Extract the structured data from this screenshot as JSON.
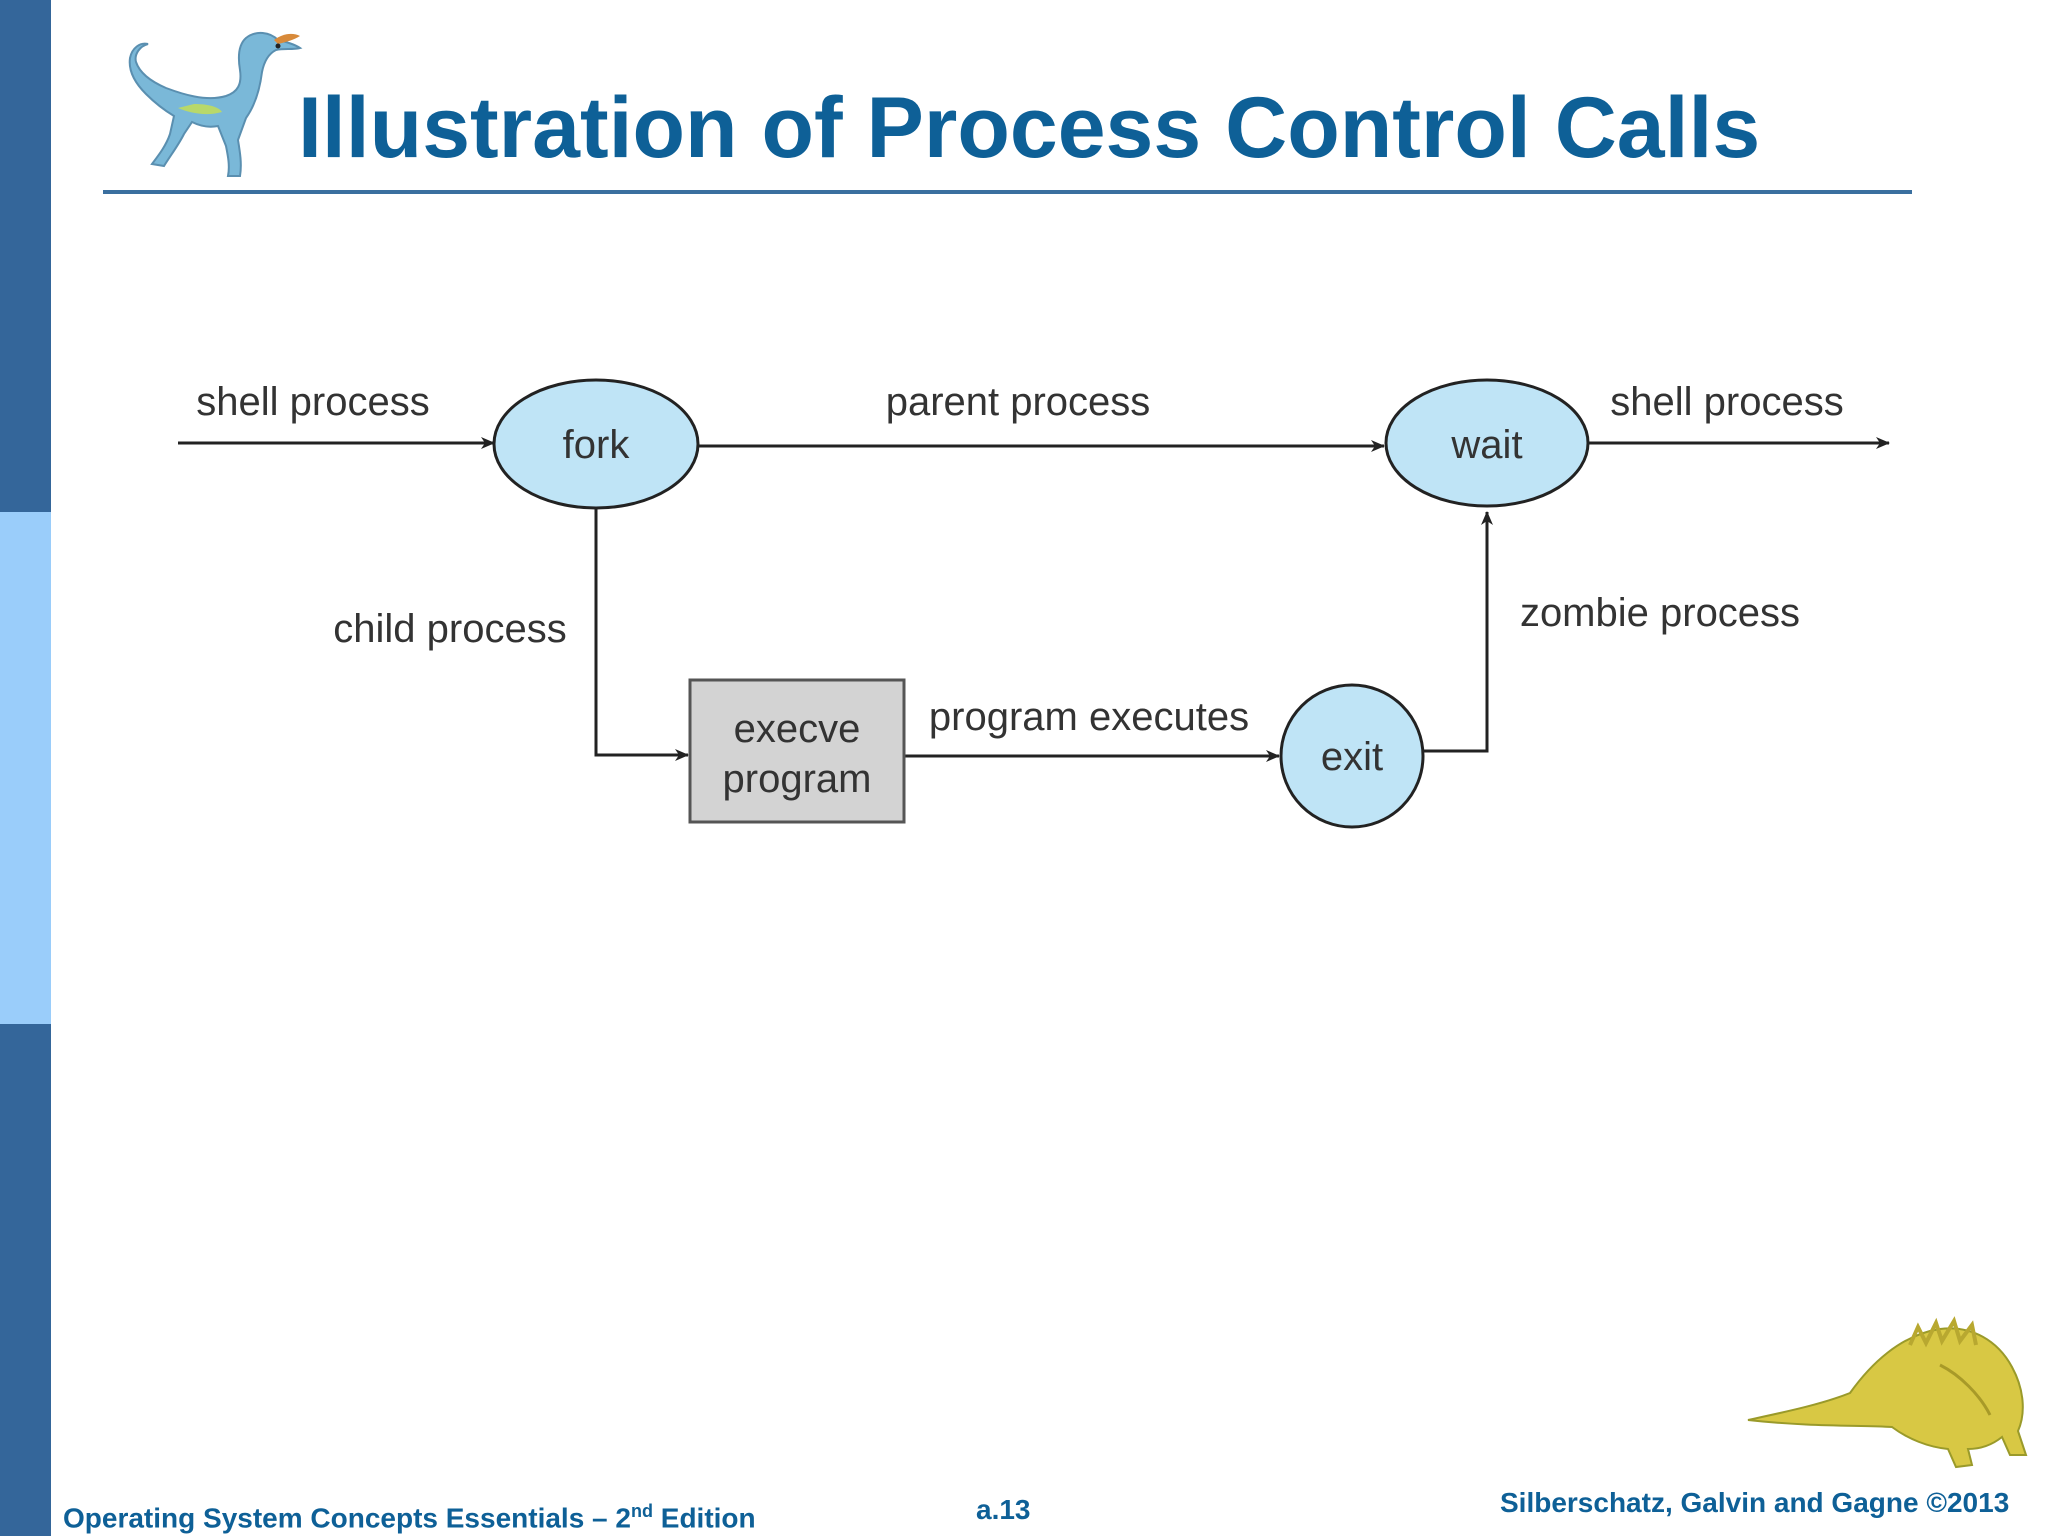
{
  "slide": {
    "title": "Illustration of Process Control Calls",
    "title_color": "#0e6097",
    "rule_color": "#3a6f9f",
    "sidebar_colors": [
      "#34669a",
      "#9acdfa",
      "#34669a"
    ]
  },
  "diagram": {
    "nodes": {
      "fork": "fork",
      "wait": "wait",
      "exit": "exit",
      "execve_line1": "execve",
      "execve_line2": "program"
    },
    "edges": {
      "shell_in": "shell process",
      "parent": "parent process",
      "shell_out": "shell process",
      "child": "child process",
      "program_executes": "program executes",
      "zombie": "zombie process"
    },
    "node_fill": "#bfe4f6",
    "box_fill": "#d3d3d3"
  },
  "footer": {
    "book_prefix": "Operating System Concepts Essentials – 2",
    "book_sup": "nd",
    "book_suffix": " Edition",
    "page": "a.13",
    "copyright": "Silberschatz, Galvin and Gagne ©2013",
    "color": "#0e6097"
  }
}
